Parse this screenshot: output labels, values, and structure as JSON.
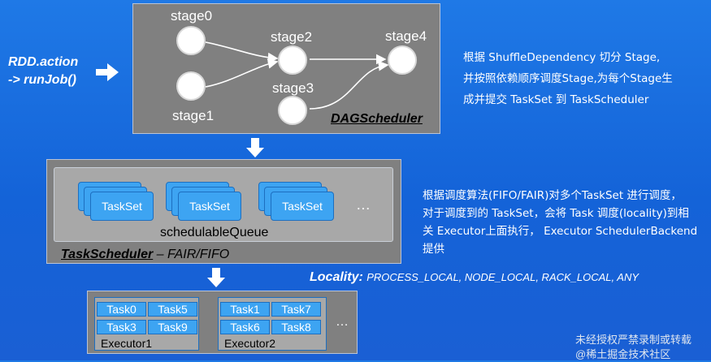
{
  "rdd": {
    "line1": "RDD.action",
    "line2": "-> runJob()"
  },
  "dag": {
    "title": "DAGScheduler",
    "stages": [
      "stage0",
      "stage1",
      "stage2",
      "stage3",
      "stage4"
    ]
  },
  "dag_note": {
    "line1": "根据 ShuffleDependency 切分 Stage,",
    "line2": "并按照依赖顺序调度Stage,为每个Stage生",
    "line3": "成并提交 TaskSet 到 TaskScheduler"
  },
  "task_scheduler": {
    "taskset_label": "TaskSet",
    "queue_label": "schedulableQueue",
    "title": "TaskScheduler",
    "mode": " – FAIR/FIFO",
    "ellipsis": "…"
  },
  "ts_note": {
    "line1": "根据调度算法(FIFO/FAIR)对多个TaskSet 进行调度，",
    "line2": "对于调度到的 TaskSet，会将 Task 调度(locality)到相",
    "line3": "关 Executor上面执行， Executor SchedulerBackend",
    "line4": "提供"
  },
  "locality": {
    "title": "Locality:",
    "list": "PROCESS_LOCAL, NODE_LOCAL, RACK_LOCAL, ANY"
  },
  "executors": [
    {
      "label": "Executor1",
      "tasks": [
        "Task0",
        "Task5",
        "Task3",
        "Task9"
      ]
    },
    {
      "label": "Executor2",
      "tasks": [
        "Task1",
        "Task7",
        "Task6",
        "Task8"
      ]
    }
  ],
  "exec_ellipsis": "…",
  "watermark": {
    "line1": "未经授权严禁录制或转载",
    "line2": "@稀土掘金技术社区"
  }
}
